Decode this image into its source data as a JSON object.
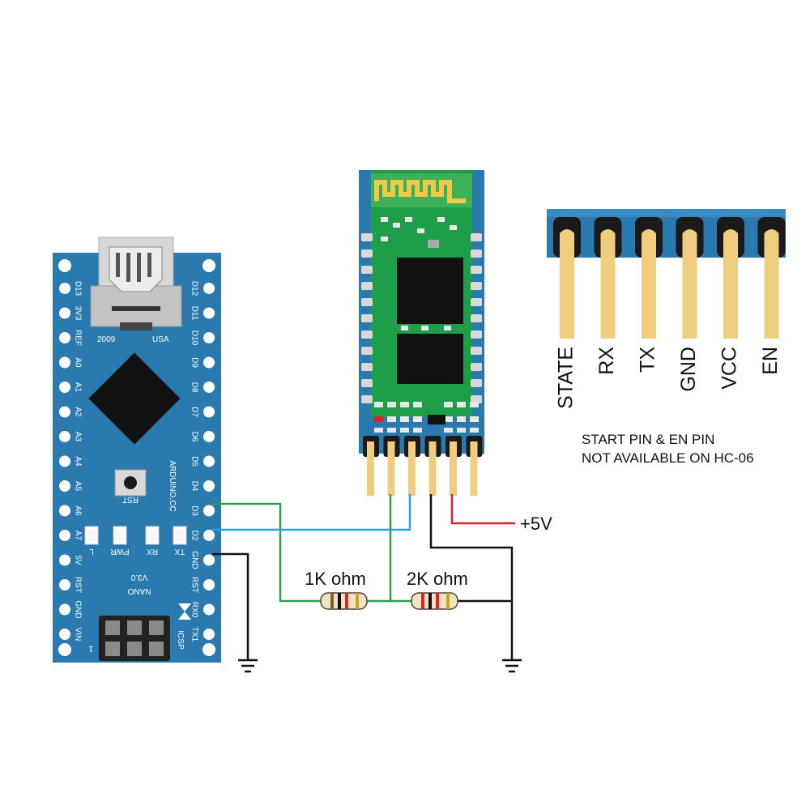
{
  "nano": {
    "left_pins": [
      "D13",
      "3V3",
      "REF",
      "A0",
      "A1",
      "A2",
      "A3",
      "A4",
      "A5",
      "A6",
      "A7",
      "5V",
      "RST",
      "GND",
      "VIN"
    ],
    "right_pins": [
      "D12",
      "D11",
      "D10",
      "D9",
      "D8",
      "D7",
      "D6",
      "D5",
      "D4",
      "D3",
      "D2",
      "GND",
      "RST",
      "RX0",
      "TX1"
    ],
    "usb_year": "2009",
    "usb_country": "USA",
    "rst_label": "RST",
    "brand": "ARDUINO.CC",
    "led_labels": [
      "L",
      "PWR",
      "RX",
      "TX"
    ],
    "model": "NANO",
    "version": "V3.0",
    "icsp_label": "ICSP",
    "icsp_pin1": "1",
    "board_color": "#2a7ab0"
  },
  "pinout": {
    "pins": [
      "STATE",
      "RX",
      "TX",
      "GND",
      "VCC",
      "EN"
    ],
    "note_line1": "START PIN & EN PIN",
    "note_line2": "NOT AVAILABLE ON HC-06"
  },
  "circuit": {
    "resistor1": "1K ohm",
    "resistor2": "2K ohm",
    "supply": "+5V",
    "wire_colors": {
      "tx": "#2e9e4a",
      "rx": "#2aa0d8",
      "gnd": "#111111",
      "vcc": "#d4282a"
    }
  }
}
